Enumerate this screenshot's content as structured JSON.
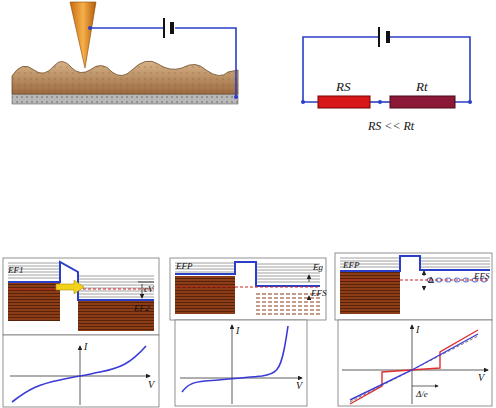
{
  "diagram": {
    "labels": [
      "RS",
      "Rt",
      "RS << Rt",
      "EF1",
      "eV",
      "EF2",
      "I",
      "V",
      "EFP",
      "Eg",
      "EFS",
      "I",
      "V",
      "EFP",
      "EFS",
      "Δ",
      "I",
      "V",
      "Δ/e"
    ]
  }
}
